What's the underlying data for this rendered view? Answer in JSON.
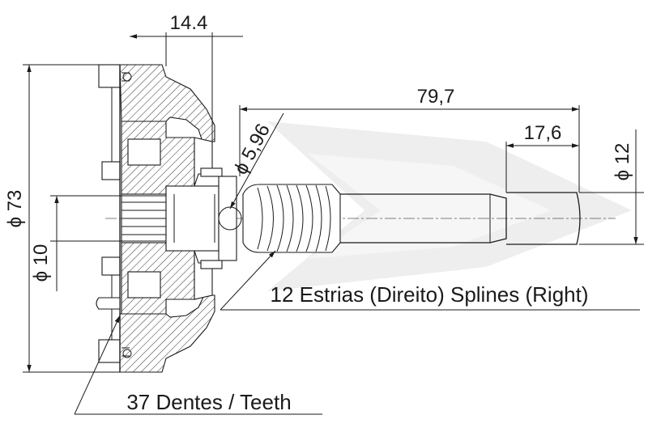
{
  "dimensions": {
    "flange_depth": "14.4",
    "overall_length": "79,7",
    "tip_length": "17,6",
    "outer_diameter": "ϕ 73",
    "bore_diameter": "ϕ 10",
    "shaft_diameter": "ϕ 12",
    "ball_diameter": "ϕ 5,96"
  },
  "annotations": {
    "splines": "12 Estrias (Direito) Splines (Right)",
    "teeth": "37 Dentes / Teeth"
  },
  "colors": {
    "line": "#1a1a1a",
    "watermark": "#e8e8e8"
  }
}
